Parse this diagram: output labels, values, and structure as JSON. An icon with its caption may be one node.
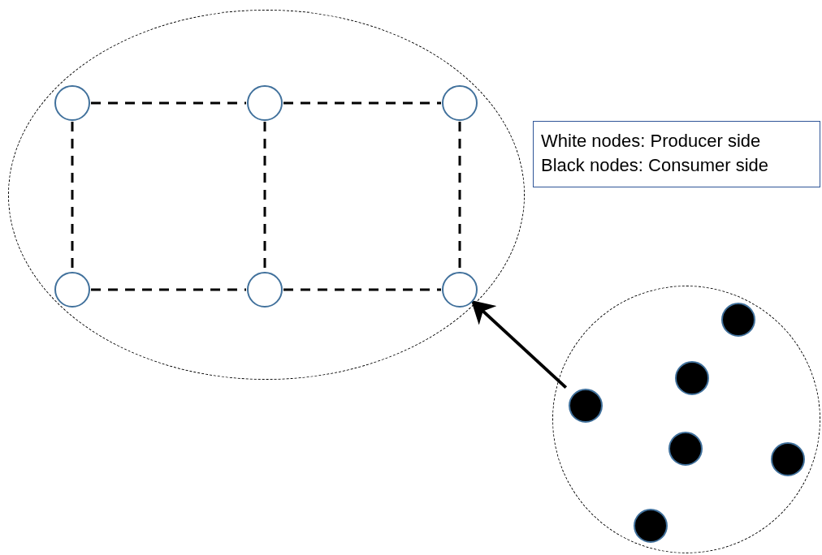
{
  "diagram": {
    "nodes": [
      {
        "text": [],
        "shape": "ellipse"
      },
      {
        "text": [],
        "shape": "circle",
        "in": 0
      },
      {
        "text": [],
        "shape": "circle",
        "in": 0
      },
      {
        "text": [],
        "shape": "circle",
        "in": 0
      },
      {
        "text": [],
        "shape": "circle",
        "in": 0
      },
      {
        "text": [],
        "shape": "circle",
        "in": 0
      },
      {
        "text": [],
        "shape": "circle",
        "in": 0
      },
      {
        "text": [],
        "shape": "circle"
      },
      {
        "text": [],
        "shape": "circle",
        "in": 7
      },
      {
        "text": [],
        "shape": "circle",
        "in": 7
      },
      {
        "text": [],
        "shape": "circle",
        "in": 7
      },
      {
        "text": [],
        "shape": "circle",
        "in": 7
      },
      {
        "text": [],
        "shape": "circle",
        "in": 7
      },
      {
        "text": [],
        "shape": "circle",
        "in": 7
      },
      {
        "text": [
          "White nodes: Producer side",
          "Black nodes: Consumer side"
        ]
      }
    ],
    "edges": [
      {
        "from": 1,
        "to": 2,
        "arrow": "none",
        "style": "dashed"
      },
      {
        "from": 2,
        "to": 3,
        "arrow": "none",
        "style": "dashed"
      },
      {
        "from": 1,
        "to": 4,
        "arrow": "none",
        "style": "dashed"
      },
      {
        "from": 2,
        "to": 5,
        "arrow": "none",
        "style": "dashed"
      },
      {
        "from": 3,
        "to": 6,
        "arrow": "none",
        "style": "dashed"
      },
      {
        "from": 4,
        "to": 5,
        "arrow": "none",
        "style": "dashed"
      },
      {
        "from": 5,
        "to": 6,
        "arrow": "none",
        "style": "dashed"
      },
      {
        "from": 10,
        "to": 6,
        "arrow": "to"
      }
    ]
  }
}
